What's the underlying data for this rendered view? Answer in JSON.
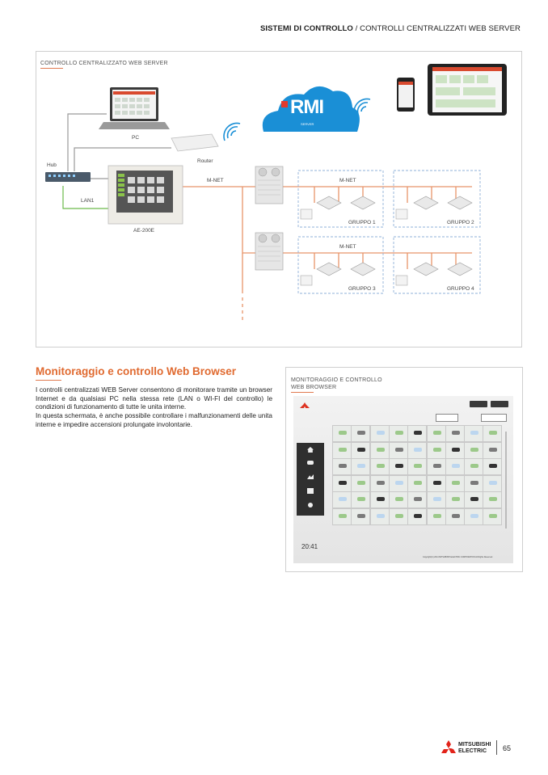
{
  "header": {
    "section_bold": "SISTEMI DI CONTROLLO",
    "section_rest": " / CONTROLLI CENTRALIZZATI WEB SERVER"
  },
  "diagram": {
    "caption": "CONTROLLO CENTRALIZZATO WEB SERVER",
    "labels": {
      "pc": "PC",
      "router": "Router",
      "hub": "Hub",
      "lan1": "LAN1",
      "ae200e": "AE-200E",
      "mnet_main": "M-NET",
      "mnet_top": "M-NET",
      "mnet_bottom": "M-NET"
    },
    "groups": [
      "GRUPPO 1",
      "GRUPPO 2",
      "GRUPPO 3",
      "GRUPPO 4"
    ],
    "cloud": {
      "logo": "RMI",
      "subtitle": "SERVER"
    }
  },
  "section": {
    "title": "Monitoraggio e controllo Web Browser",
    "paragraph1": "I controlli centralizzati WEB Server consentono di monitorare tramite un browser Internet e da qualsiasi PC nella stessa rete (LAN o WI-FI del controllo) le condizioni di funzionamento di tutte le unita interne.",
    "paragraph2": "In questa schermata, è anche possibile controllare i malfunzionamenti delle unita interne e impedire accensioni prolungate involontarie."
  },
  "screenshot": {
    "caption_line1": "MONITORAGGIO E CONTROLLO",
    "caption_line2": "WEB BROWSER",
    "time": "20:41",
    "copyright": "Copyright(C) 2014 MITSUBISHI ELECTRIC CORPORATION All Rights Reserved"
  },
  "footer": {
    "brand_line1": "MITSUBISHI",
    "brand_line2": "ELECTRIC",
    "page_number": "65"
  },
  "colors": {
    "accent": "#e06a30",
    "pipe": "#e8956a",
    "lan": "#6cbb4a",
    "cloud": "#1a8fd6"
  }
}
